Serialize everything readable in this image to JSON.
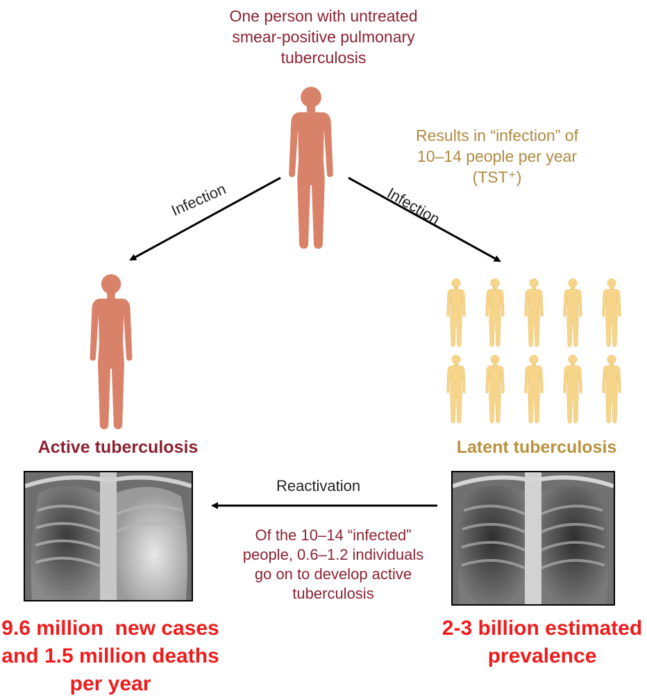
{
  "top_caption": {
    "line1": "One person with untreated",
    "line2": "smear-positive pulmonary",
    "line3": "tuberculosis"
  },
  "infection_caption": {
    "line1": "Results in “infection” of",
    "line2": "10–14 people per year",
    "line3": "(TST⁺)"
  },
  "arrows": {
    "left_label": "Infection",
    "right_label": "Infection",
    "reactivation_label": "Reactivation"
  },
  "active": {
    "title": "Active tuberculosis",
    "stat_line1": "9.6 million  new cases",
    "stat_line2": "and 1.5 million deaths",
    "stat_line3": "per year"
  },
  "latent": {
    "title": "Latent tuberculosis",
    "stat_line1": "2-3 billion estimated",
    "stat_line2": "prevalence"
  },
  "reactivation_caption": {
    "line1": "Of the 10–14 “infected”",
    "line2": "people, 0.6–1.2 individuals",
    "line3": "go on to develop active",
    "line4": "tuberculosis"
  },
  "colors": {
    "active_figure": "#d9826a",
    "latent_figure": "#f6d58a",
    "maroon_text": "#8b2232",
    "gold_text": "#b8923f",
    "red_stat": "#ee1c1c"
  },
  "icons": [
    "person-figure-icon",
    "chest-xray-image",
    "arrow"
  ]
}
